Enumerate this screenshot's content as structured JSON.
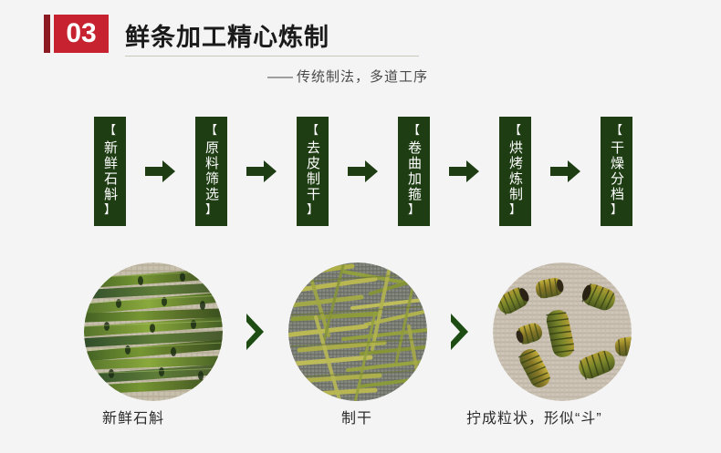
{
  "page": {
    "background_color": "#f4f4f4"
  },
  "header": {
    "number": "03",
    "number_box_color": "#c62230",
    "accent_bar_color": "#8c1a22",
    "title": "鲜条加工精心炼制",
    "subtitle_dash": "——",
    "subtitle": "传统制法，多道工序",
    "rule_color": "#c8c8bd"
  },
  "flow": {
    "box_color": "#1e3d13",
    "arrow_color": "#1e3d13",
    "bracket_open": "【",
    "bracket_close": "】",
    "steps": [
      {
        "label": "新鲜石斛"
      },
      {
        "label": "原料筛选"
      },
      {
        "label": "去皮制干"
      },
      {
        "label": "卷曲加箍"
      },
      {
        "label": "烘烤炼制"
      },
      {
        "label": "干燥分档"
      }
    ]
  },
  "photos": {
    "chevron_color": "#1e4d14",
    "items": [
      {
        "name": "fresh-dendrobium-stems",
        "caption": "新鲜石斛",
        "alt": "绿色新鲜石斛鲜条摆放在米色编织垫上"
      },
      {
        "name": "dried-strips",
        "caption": "制干",
        "alt": "黄绿色石斛干条散落在金属网筛上"
      },
      {
        "name": "coiled-pieces",
        "caption": "拧成粒状，形似“斗”",
        "alt": "拧成螺旋粒状的石斛枫斗置于浅色编织布上"
      }
    ]
  }
}
